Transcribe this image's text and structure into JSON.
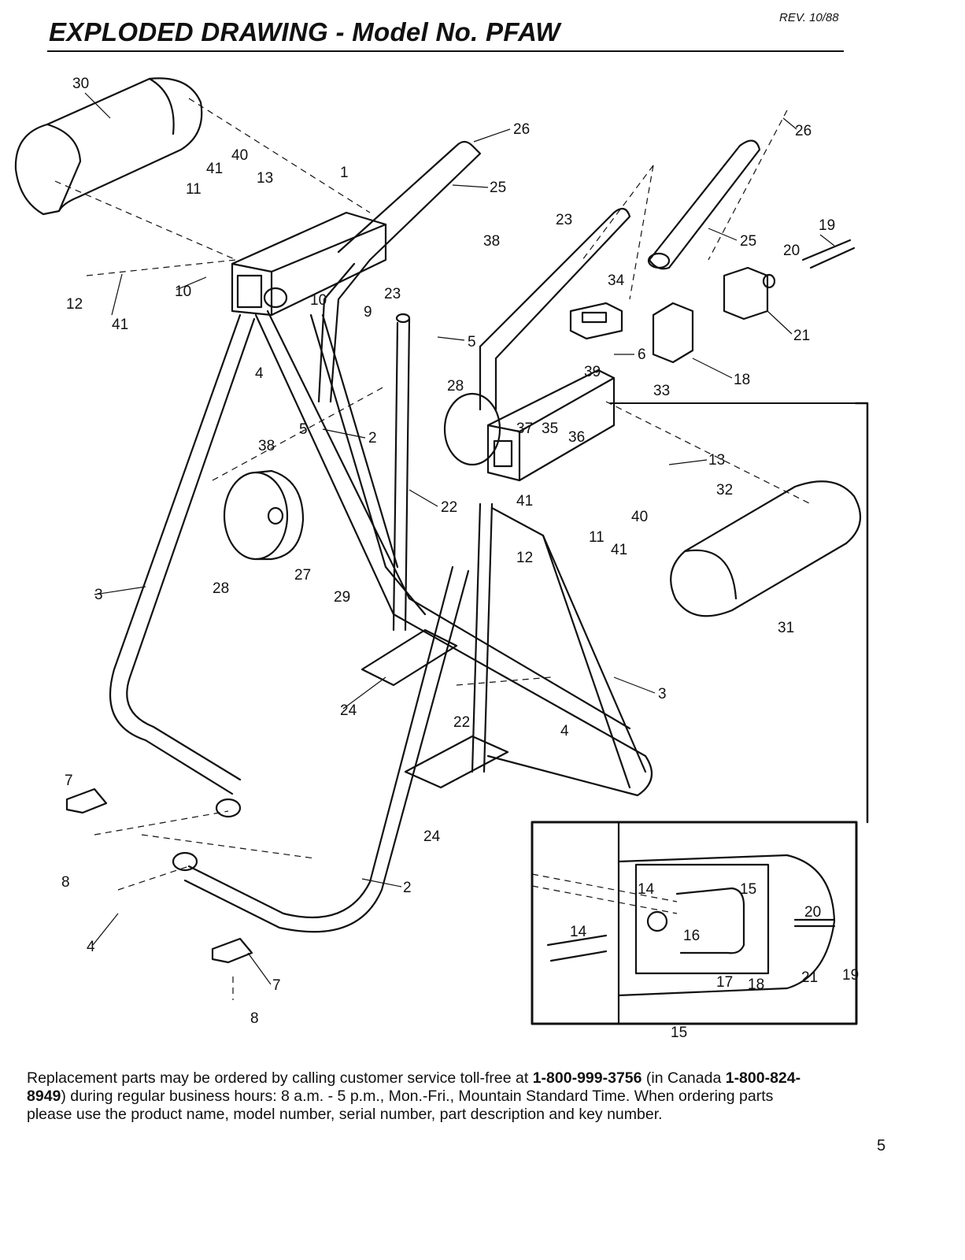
{
  "header": {
    "revision": "REV. 10/88",
    "title": "EXPLODED DRAWING - Model No. PFAW"
  },
  "callouts": [
    "1",
    "2",
    "3",
    "4",
    "5",
    "6",
    "7",
    "8",
    "9",
    "10",
    "11",
    "12",
    "13",
    "14",
    "15",
    "16",
    "17",
    "18",
    "19",
    "20",
    "21",
    "22",
    "23",
    "24",
    "25",
    "26",
    "27",
    "28",
    "29",
    "30",
    "31",
    "32",
    "33",
    "34",
    "35",
    "36",
    "37",
    "38",
    "39",
    "40",
    "41"
  ],
  "footer": {
    "text_1": "Replacement parts may be ordered by calling customer service toll-free at ",
    "phone_us": "1-800-999-3756",
    "text_2": " (in Canada ",
    "phone_ca": "1-800-824-8949",
    "text_3": ") during regular business hours: 8 a.m. - 5 p.m., Mon.-Fri., Mountain Standard Time. When ordering parts please use the product name, model number, serial number, part description and key number."
  },
  "page_number": "5"
}
